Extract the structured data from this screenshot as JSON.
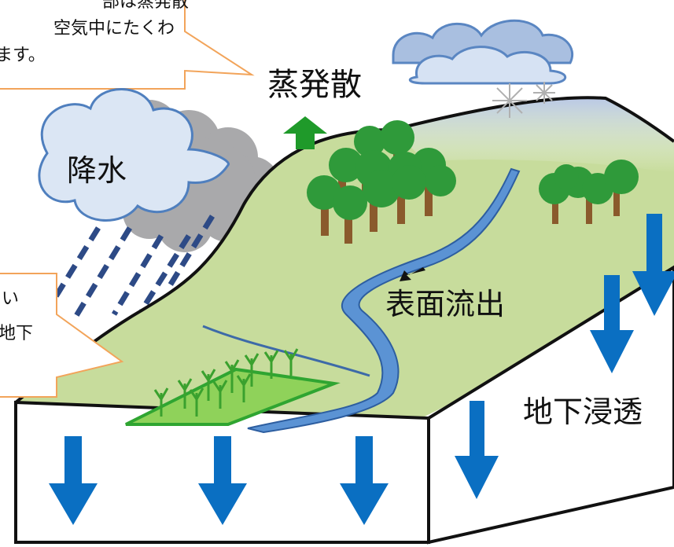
{
  "labels": {
    "evapotranspiration": "蒸発散",
    "precipitation": "降水",
    "surface_runoff": "表面流出",
    "infiltration": "地下浸透"
  },
  "callout_top": {
    "line1": "部は蒸発散",
    "line2": "空気中にたくわ",
    "line3": "ます。"
  },
  "callout_mid": {
    "line1": "い",
    "line2": "地下"
  },
  "colors": {
    "callout_border": "#f2a45a",
    "ground": "#c6dc9c",
    "river": "#4d86c8",
    "arrow_blue": "#0a6fc2",
    "arrow_green": "#1f9a2a",
    "cloud_fill": "#dbe6f4",
    "cloud_outline": "#5a86c2",
    "rain": "#2d4a86",
    "paddy": "#8fd25a",
    "tree_crown": "#2f9a3a",
    "tree_trunk": "#8a5a2c"
  },
  "icons": [
    "snowflake-icon",
    "tree-icon",
    "rice-plant-icon",
    "arrow-down-icon",
    "arrow-up-icon"
  ]
}
